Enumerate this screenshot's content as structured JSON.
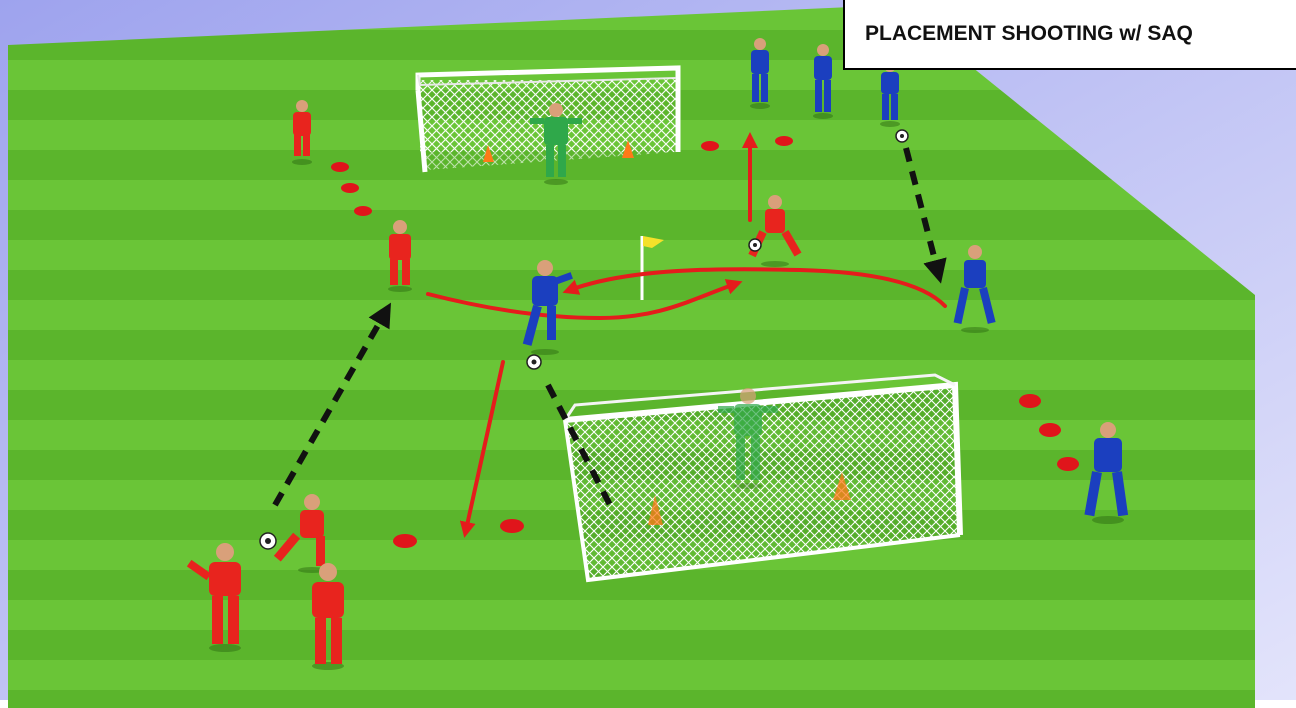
{
  "title": "PLACEMENT SHOOTING w/ SAQ",
  "colors": {
    "pitch_light": "#6fce3a",
    "pitch_dark": "#5cb82c",
    "sky": "#b8bcf2",
    "red_team": "#e8241e",
    "blue_team": "#1b3fbf",
    "goalkeeper": "#2fa84a",
    "movement_line": "#e51c1c",
    "pass_line": "#111111",
    "flag": "#f5e12a"
  },
  "legend_semantics": {
    "solid_red_arrow": "player movement",
    "dashed_black_arrow": "pass"
  }
}
